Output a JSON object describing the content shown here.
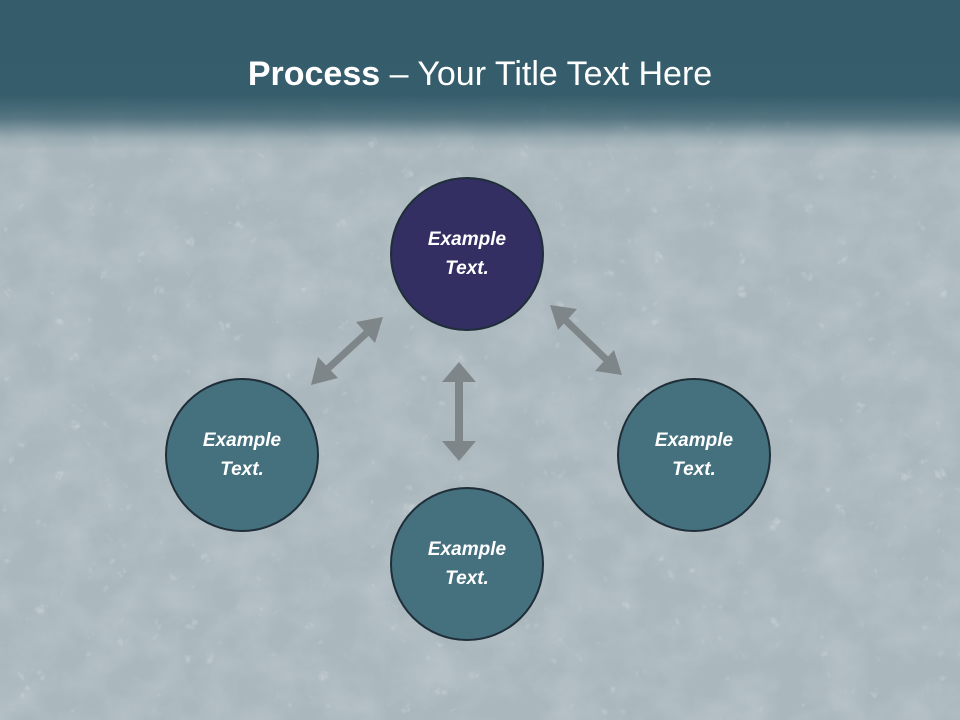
{
  "title": {
    "bold": "Process",
    "rest": " – Your Title Text Here"
  },
  "nodes": {
    "top": {
      "line1": "Example",
      "line2": "Text."
    },
    "left": {
      "line1": "Example",
      "line2": "Text."
    },
    "right": {
      "line1": "Example",
      "line2": "Text."
    },
    "bottom": {
      "line1": "Example",
      "line2": "Text."
    }
  },
  "colors": {
    "title_band": "#365d6b",
    "center_node": "#332f63",
    "outer_nodes": "#45717f",
    "node_border": "#1f2e38",
    "arrow": "#7f8689",
    "background": "#a9b6bc"
  },
  "arrows": [
    {
      "from": "top",
      "to": "left",
      "type": "bidirectional"
    },
    {
      "from": "top",
      "to": "right",
      "type": "bidirectional"
    },
    {
      "from": "top",
      "to": "bottom",
      "type": "bidirectional"
    }
  ]
}
